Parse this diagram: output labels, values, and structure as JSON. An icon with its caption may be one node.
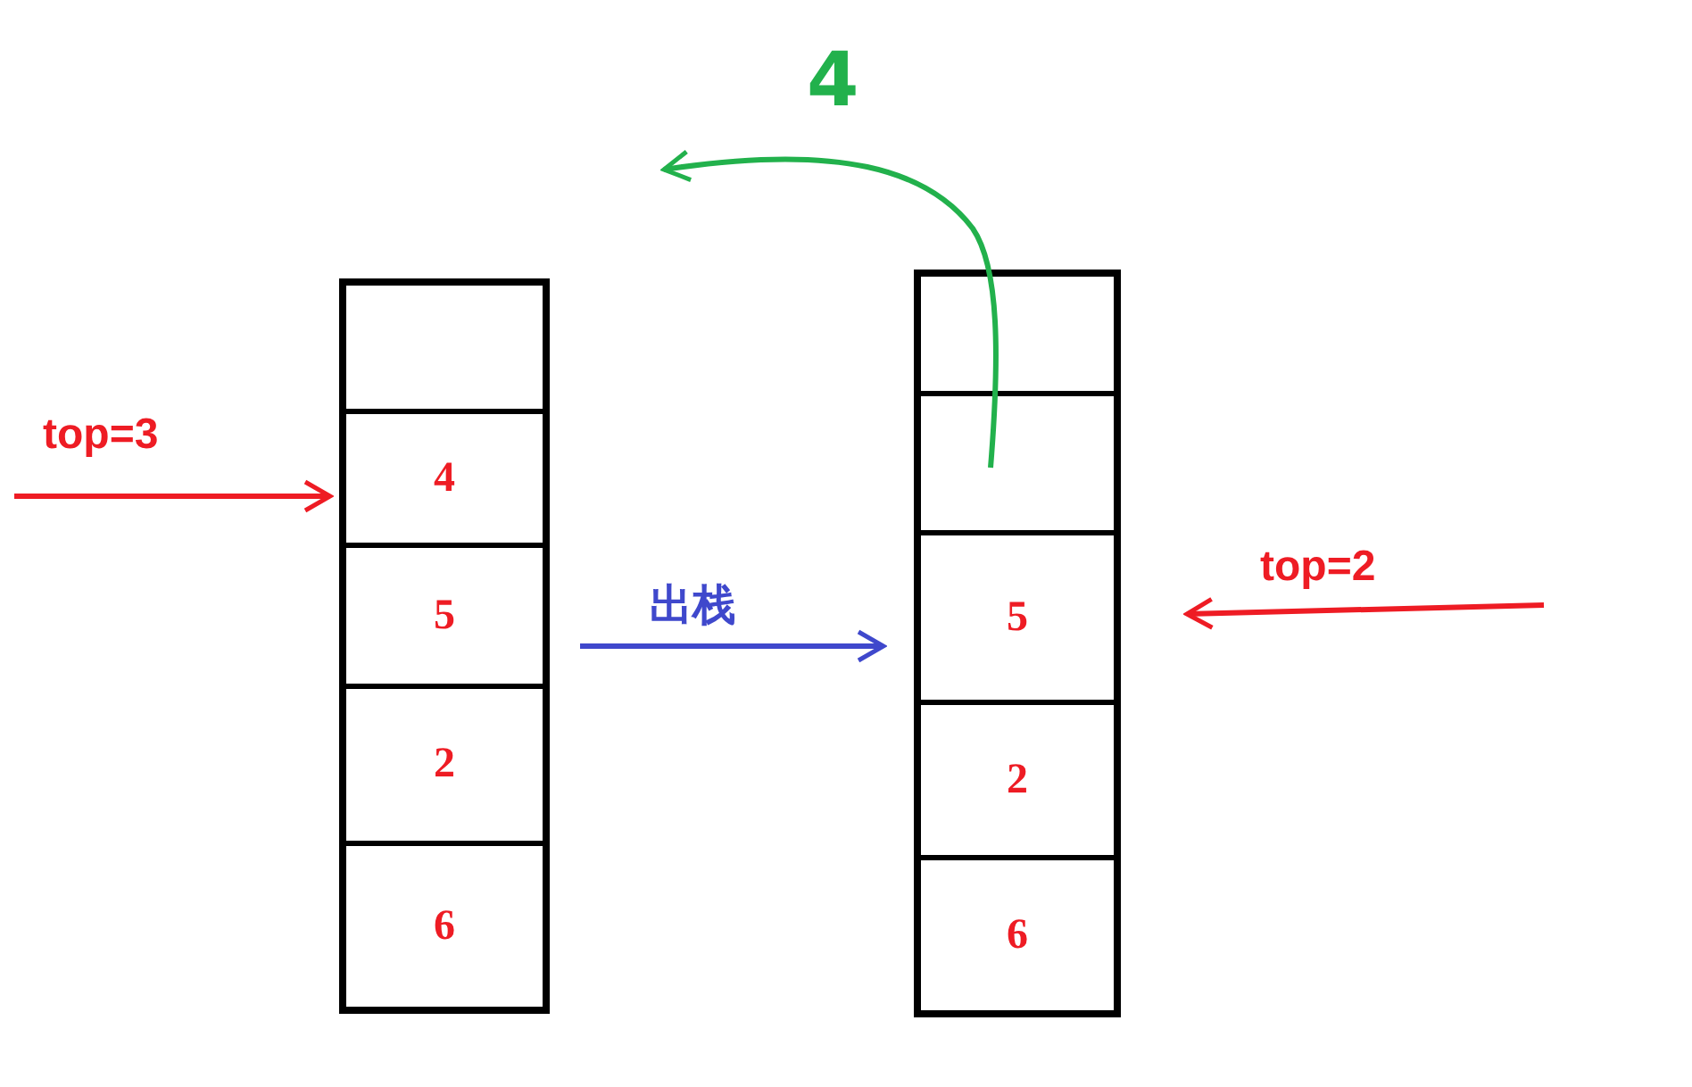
{
  "diagram": {
    "nodes": [
      {
        "text": [],
        "shape": "box"
      },
      {
        "text": [],
        "shape": "box",
        "in": 0
      },
      {
        "text": [
          "4"
        ],
        "in": 0
      },
      {
        "text": [
          "5"
        ],
        "in": 0
      },
      {
        "text": [
          "2"
        ],
        "in": 0
      },
      {
        "text": [
          "6"
        ],
        "in": 0
      },
      {
        "text": [],
        "shape": "box"
      },
      {
        "text": [],
        "shape": "box",
        "in": 6
      },
      {
        "text": [],
        "shape": "box",
        "in": 6
      },
      {
        "text": [
          "5"
        ],
        "in": 6
      },
      {
        "text": [
          "2"
        ],
        "in": 6
      },
      {
        "text": [
          "6"
        ],
        "in": 6
      }
    ],
    "edges": [
      {
        "from": null,
        "to": 2,
        "arrow": "to",
        "label": "top=3",
        "color": "#ee1c24"
      },
      {
        "from": 0,
        "to": 6,
        "arrow": "to",
        "label": "出栈",
        "color": "#3f48cc"
      },
      {
        "from": null,
        "to": 9,
        "arrow": "to",
        "label": "top=2",
        "color": "#ee1c24"
      },
      {
        "from": 8,
        "to": null,
        "arrow": "to",
        "label": "4",
        "color": "#22b14c"
      }
    ]
  }
}
